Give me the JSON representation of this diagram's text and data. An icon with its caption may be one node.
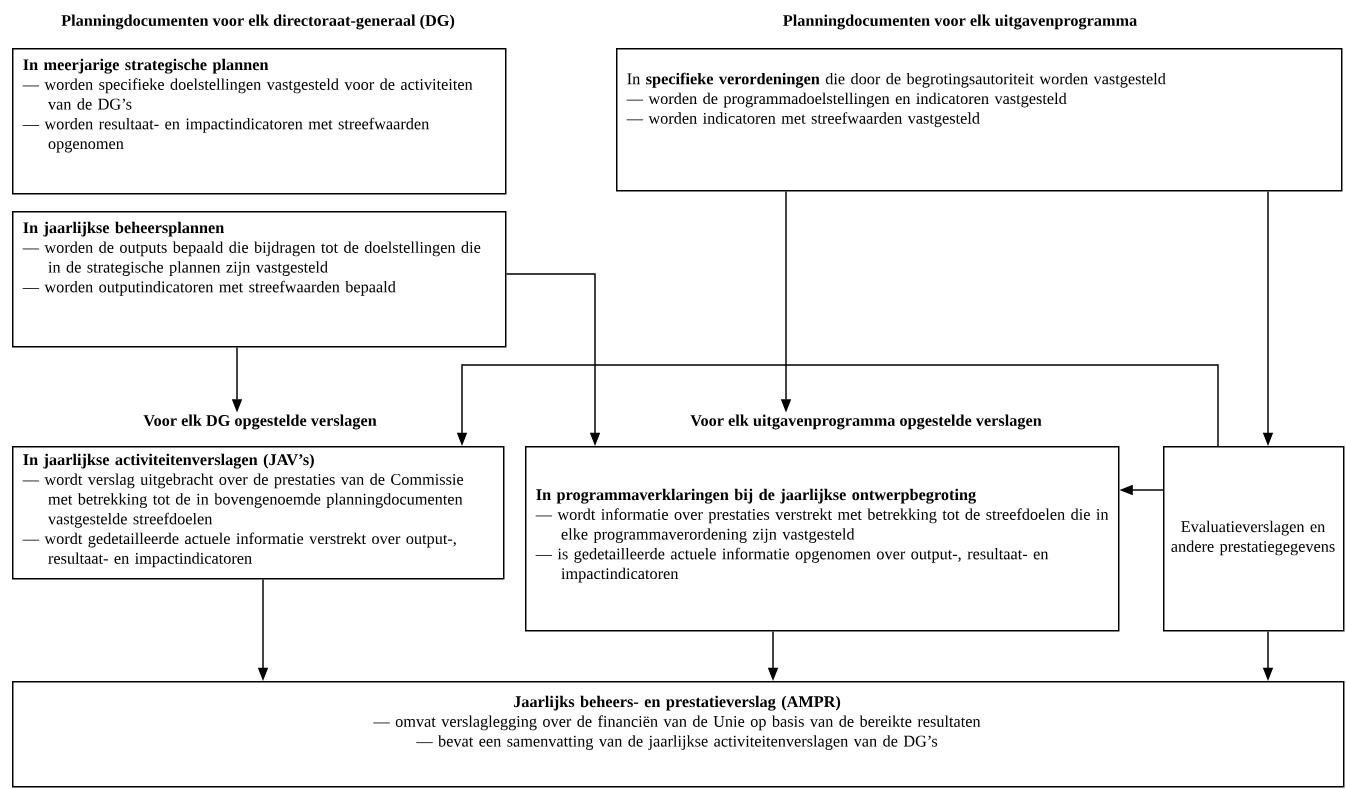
{
  "diagram": {
    "nodes": [
      {
        "text": [
          "In meerjarige strategische plannen",
          "— worden specifieke doelstellingen vastgesteld voor de activiteiten van de DG’s",
          "— worden resultaat- en impactindicatoren met streefwaarden opgenomen"
        ]
      },
      {
        "text": [
          "In jaarlijkse beheersplannen",
          "— worden de outputs bepaald die bijdragen tot de doelstellingen die in de strategische plannen zijn vastgesteld",
          "— worden outputindicatoren met streefwaarden bepaald"
        ]
      },
      {
        "text": [
          "In **specifieke verordeningen** die door de begrotingsautoriteit worden vastgesteld",
          "— worden de programmadoelstellingen en indicatoren vastgesteld",
          "— worden indicatoren met streefwaarden vastgesteld"
        ]
      },
      {
        "text": [
          "Voor elk DG opgestelde verslagen",
          "In jaarlijkse activiteitenverslagen (JAV’s)",
          "— wordt verslag uitgebracht over de prestaties van de Commissie met betrekking tot de in bovengenoemde planningdocumenten vastgestelde streefdoelen",
          "— wordt gedetailleerde actuele informatie verstrekt over output-, resultaat- en impactindicatoren"
        ]
      },
      {
        "text": [
          "Voor elk uitgavenprogramma opgestelde verslagen",
          "In programmaverklaringen bij de jaarlijkse ontwerpbegroting",
          "— wordt informatie over prestaties verstrekt met betrekking tot de streefdoelen die in elke programmaverordening zijn vastgesteld",
          "— is gedetailleerde actuele informatie opgenomen over output-, resultaat- en impactindicatoren"
        ]
      },
      {
        "text": [
          "Evaluatieverslagen en andere prestatiegegevens"
        ]
      },
      {
        "text": [
          "Jaarlijks beheers- en prestatieverslag (AMPR)",
          "— omvat verslaglegging over de financiën van de Unie op basis van de bereikte resultaten",
          "— bevat een samenvatting van de jaarlijkse activiteitenverslagen van de DG’s"
        ]
      }
    ],
    "edges": [
      {
        "from": 1,
        "to": 3,
        "arrow": "to"
      },
      {
        "from": 1,
        "to": 4,
        "arrow": "to"
      },
      {
        "from": 2,
        "to": 4,
        "arrow": "to"
      },
      {
        "from": 2,
        "to": 5,
        "arrow": "to"
      },
      {
        "from": 5,
        "to": 3,
        "arrow": "to"
      },
      {
        "from": 5,
        "to": 4,
        "arrow": "to"
      },
      {
        "from": 3,
        "to": 6,
        "arrow": "to"
      },
      {
        "from": 4,
        "to": 6,
        "arrow": "to"
      },
      {
        "from": 5,
        "to": 6,
        "arrow": "to"
      }
    ],
    "labels": [
      "Planningdocumenten voor elk directoraat-generaal (DG)",
      "Planningdocumenten voor elk uitgavenprogramma"
    ]
  }
}
